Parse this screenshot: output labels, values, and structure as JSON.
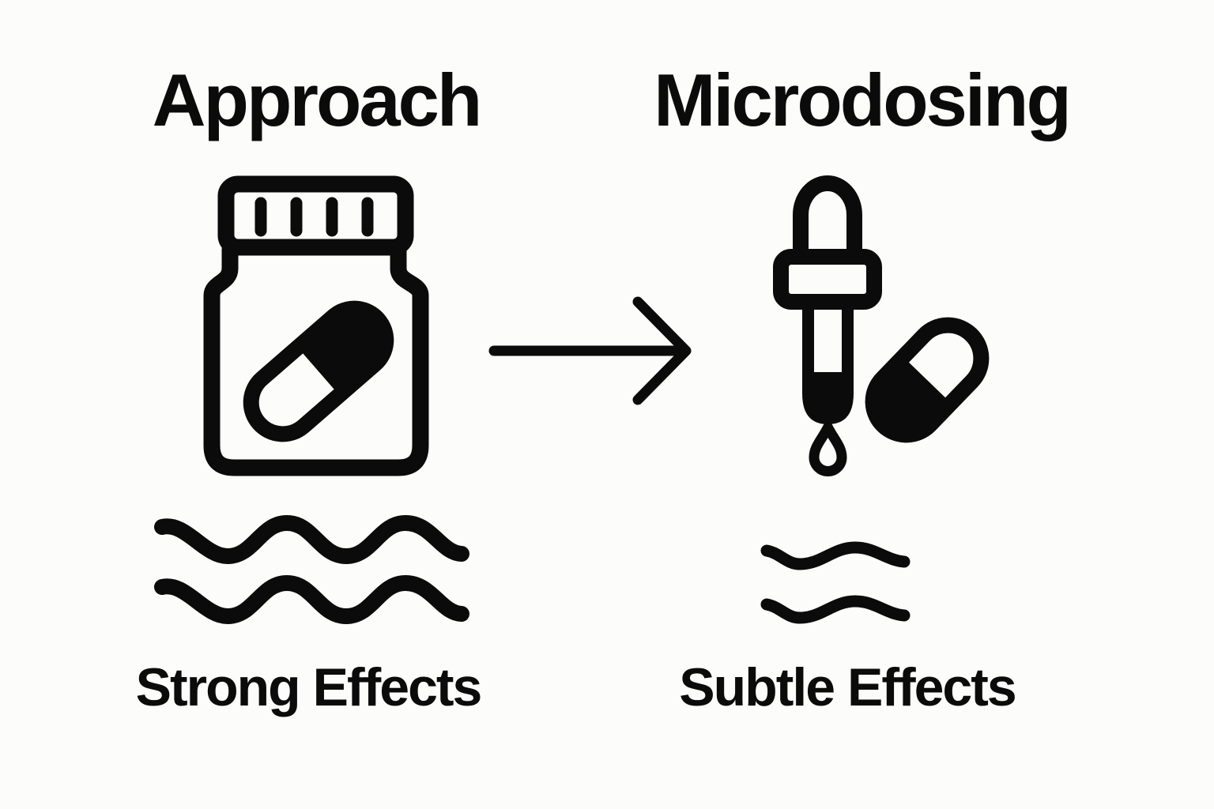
{
  "diagram": {
    "background_color": "#fcfcfa",
    "ink_color": "#0b0b0b",
    "left_panel": {
      "title": "Approach",
      "icon": "pill-bottle-icon",
      "effect_icon": "strong-waves-icon",
      "caption": "Strong Effects"
    },
    "arrow": {
      "icon": "arrow-right-icon",
      "direction": "left-to-right"
    },
    "right_panel": {
      "title": "Microdosing",
      "icon": "dropper-capsule-icon",
      "effect_icon": "subtle-waves-icon",
      "caption": "Subtle Effects"
    }
  }
}
